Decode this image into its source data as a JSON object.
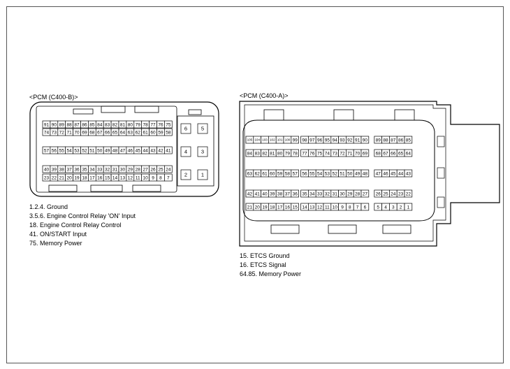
{
  "connector_b": {
    "title": "<PCM (C400-B)>",
    "rows": [
      [
        "91",
        "90",
        "89",
        "88",
        "87",
        "86",
        "85",
        "84",
        "83",
        "82",
        "81",
        "80",
        "79",
        "78",
        "77",
        "76",
        "75"
      ],
      [
        "74",
        "73",
        "72",
        "71",
        "70",
        "69",
        "68",
        "67",
        "66",
        "65",
        "64",
        "63",
        "62",
        "61",
        "60",
        "59",
        "58"
      ],
      [
        "57",
        "56",
        "55",
        "54",
        "53",
        "52",
        "51",
        "50",
        "49",
        "48",
        "47",
        "46",
        "45",
        "44",
        "43",
        "42",
        "41"
      ],
      [
        "40",
        "39",
        "38",
        "37",
        "36",
        "35",
        "34",
        "33",
        "32",
        "31",
        "30",
        "29",
        "28",
        "27",
        "26",
        "25",
        "24"
      ],
      [
        "23",
        "22",
        "21",
        "20",
        "19",
        "18",
        "17",
        "16",
        "15",
        "14",
        "13",
        "12",
        "11",
        "10",
        "9",
        "8",
        "7"
      ]
    ],
    "right_pins": [
      "6",
      "5",
      "4",
      "3",
      "2",
      "1"
    ],
    "legend": [
      "1.2.4. Ground",
      "3.5.6. Engine Control Relay 'ON' Input",
      "18. Engine Control Relay Control",
      "41. ON/START Input",
      "75. Memory Power"
    ]
  },
  "connector_a": {
    "title": "<PCM (C400-A)>",
    "rows": [
      [
        "105",
        "104",
        "103",
        "102",
        "101",
        "100",
        "99",
        "98",
        "97",
        "96",
        "95",
        "94",
        "93",
        "92",
        "91",
        "90",
        "89",
        "88",
        "87",
        "86",
        "85"
      ],
      [
        "84",
        "83",
        "82",
        "81",
        "80",
        "79",
        "78",
        "77",
        "76",
        "75",
        "74",
        "73",
        "72",
        "71",
        "70",
        "69",
        "68",
        "67",
        "66",
        "65",
        "64"
      ],
      [
        "63",
        "62",
        "61",
        "60",
        "59",
        "58",
        "57",
        "56",
        "55",
        "54",
        "53",
        "52",
        "51",
        "50",
        "49",
        "48",
        "47",
        "46",
        "45",
        "44",
        "43"
      ],
      [
        "42",
        "41",
        "40",
        "39",
        "38",
        "37",
        "36",
        "35",
        "34",
        "33",
        "32",
        "31",
        "30",
        "29",
        "28",
        "27",
        "26",
        "25",
        "24",
        "23",
        "22"
      ],
      [
        "21",
        "20",
        "19",
        "18",
        "17",
        "16",
        "15",
        "14",
        "13",
        "12",
        "11",
        "10",
        "9",
        "8",
        "7",
        "6",
        "5",
        "4",
        "3",
        "2",
        "1"
      ]
    ],
    "legend": [
      "15. ETCS Ground",
      "16. ETCS Signal",
      "64.85. Memory Power"
    ]
  }
}
